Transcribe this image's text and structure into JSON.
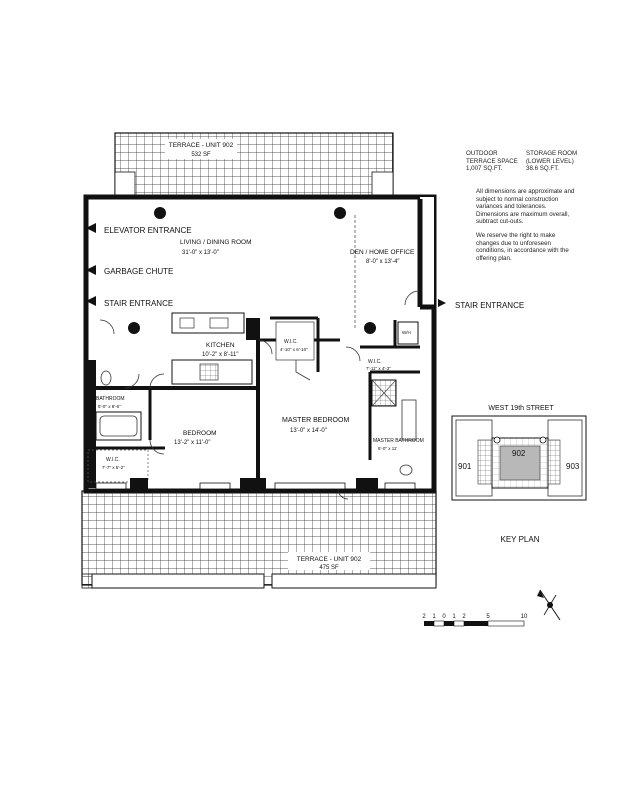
{
  "plan": {
    "terrace_top": {
      "title": "TERRACE - UNIT 902",
      "area": "532 SF"
    },
    "terrace_bottom": {
      "title": "TERRACE - UNIT 902",
      "area": "475 SF"
    },
    "entrances": {
      "elevator": "ELEVATOR ENTRANCE",
      "garbage": "GARBAGE CHUTE",
      "stair_left": "STAIR ENTRANCE",
      "stair_right": "STAIR ENTRANCE"
    },
    "rooms": {
      "living": {
        "name": "LIVING / DINING ROOM",
        "dim": "31'-0\" x 13'-0\""
      },
      "den": {
        "name": "DEN / HOME OFFICE",
        "dim": "8'-0\" x 13'-4\""
      },
      "kitchen": {
        "name": "KITCHEN",
        "dim": "10'-2\" x 8'-11\""
      },
      "wic_kitchen": {
        "name": "W.I.C.",
        "dim": "4'-10\" x 6'-10\""
      },
      "wic_den": {
        "name": "W.I.C.",
        "dim": "7'-11\" x 4'-3\""
      },
      "bathroom": {
        "name": "BATHROOM",
        "dim": "5'-0\" x 8'-6\""
      },
      "bedroom": {
        "name": "BEDROOM",
        "dim": "13'-2\" x 11'-0\""
      },
      "master_bedroom": {
        "name": "MASTER BEDROOM",
        "dim": "13'-0\" x 14'-0\""
      },
      "master_bath": {
        "name": "MASTER BATHROOM",
        "dim": "6'-0\" x 11'"
      },
      "wic_bedroom": {
        "name": "W.I.C.",
        "dim": "7'-7\" x 5'-2\""
      },
      "wh": "W/H"
    }
  },
  "info": {
    "col1": [
      "OUTDOOR",
      "TERRACE SPACE",
      "1,007 SQ.FT."
    ],
    "col2": [
      "STORAGE ROOM",
      "(LOWER LEVEL)",
      "38.6 SQ.FT."
    ],
    "disclaimer": "All dimensions are approximate and subject to normal construction variances and tolerances. Dimensions are maximum overall, subtract cut-outs.",
    "reserve": "We reserve the right to make changes due to unforeseen conditions, in accordance with the offering plan."
  },
  "key_plan": {
    "street": "WEST 19th STREET",
    "units": [
      "901",
      "902",
      "903"
    ],
    "label": "KEY PLAN"
  },
  "scale_labels": [
    "2",
    "1",
    "0",
    "1",
    "2",
    "5",
    "10"
  ]
}
